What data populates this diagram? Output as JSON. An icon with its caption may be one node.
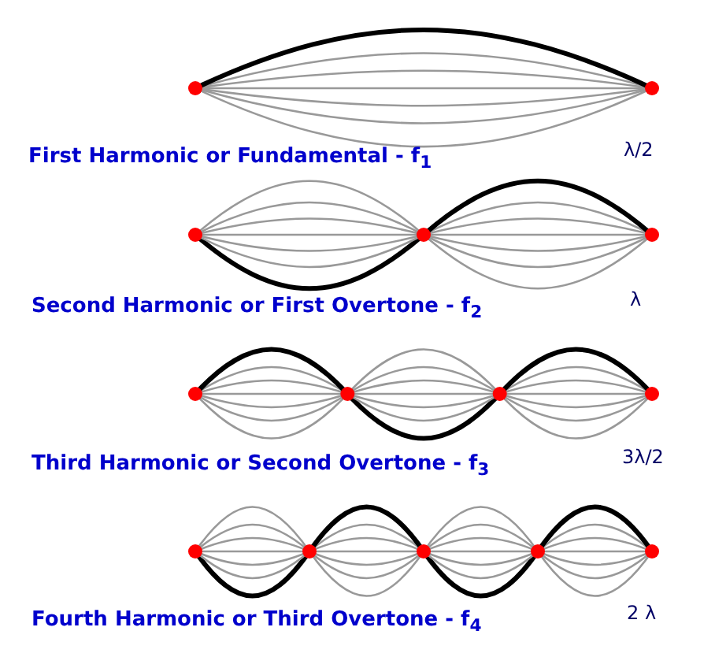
{
  "diagram": {
    "labels": [
      "First Harmonic or Fundamental - f$_{1}$",
      "λ/2",
      "Second Harmonic or First Overtone - f$_{2}$",
      "λ",
      "Third Harmonic or Second Overtone - f$_{3}$",
      "3λ/2",
      "Fourth Harmonic or Third Overtone - f$_{4}$",
      "2 λ"
    ]
  }
}
